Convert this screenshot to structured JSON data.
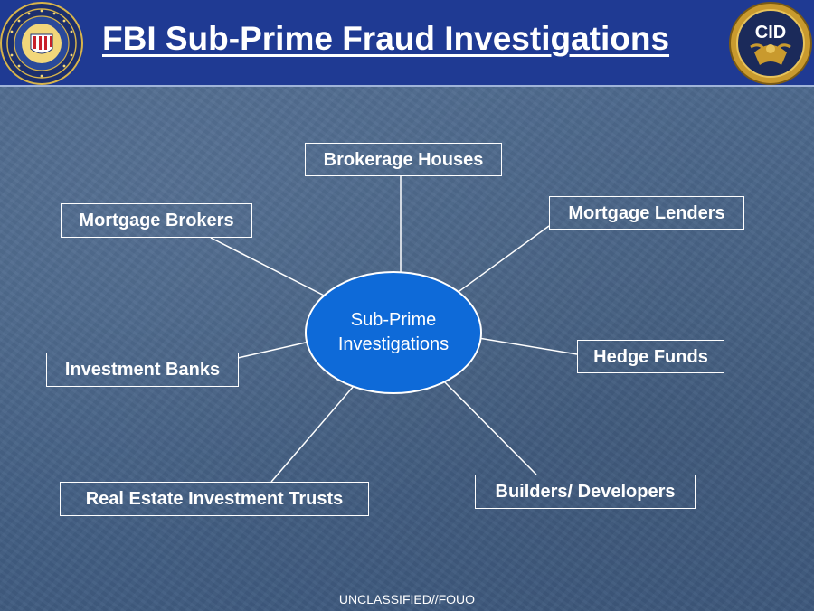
{
  "header": {
    "title": "FBI Sub-Prime Fraud Investigations",
    "seal_left_icon": "fbi-seal-icon",
    "seal_right_icon": "cid-seal-icon",
    "seal_right_text": "CID",
    "background_color": "#1f3a93"
  },
  "diagram": {
    "center": "Sub-Prime\nInvestigations",
    "center_color": "#0e6ad8",
    "nodes": {
      "brokerage_houses": "Brokerage Houses",
      "mortgage_brokers": "Mortgage Brokers",
      "mortgage_lenders": "Mortgage Lenders",
      "investment_banks": "Investment Banks",
      "hedge_funds": "Hedge Funds",
      "real_estate_investment_trusts": "Real Estate Investment Trusts",
      "builders_developers": "Builders/ Developers"
    }
  },
  "footer": {
    "classification": "UNCLASSIFIED//FOUO"
  }
}
